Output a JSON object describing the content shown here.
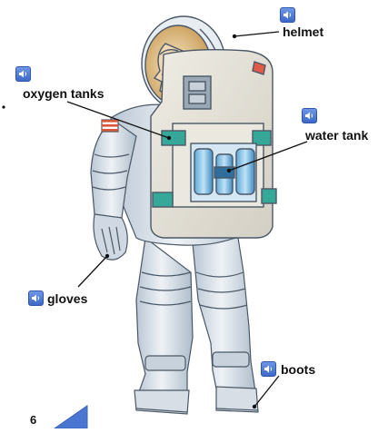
{
  "labels": {
    "helmet": "helmet",
    "oxygen_tanks": "oxygen tanks",
    "water_tank": "water tank",
    "gloves": "gloves",
    "boots": "boots"
  },
  "page": {
    "number": "6"
  },
  "icons": {
    "audio": "speaker-icon",
    "nav": "previous-page-arrow-icon"
  },
  "colors": {
    "audio_button": "#4a74d4",
    "nav_arrow": "#4a76d2",
    "suit": "#dfe6ee",
    "backpack": "#e6e3da",
    "tank_teal": "#36a89a"
  }
}
